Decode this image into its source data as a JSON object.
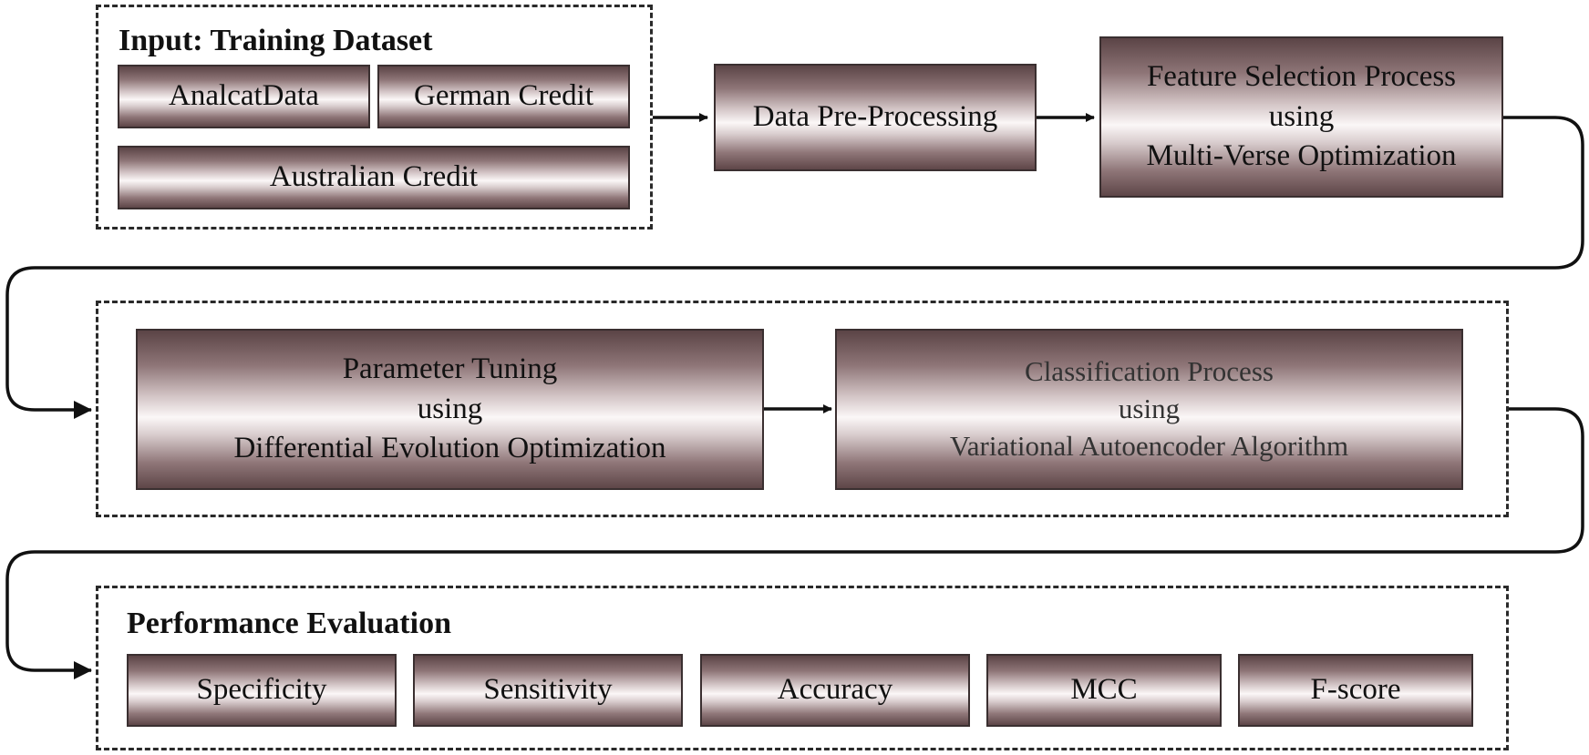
{
  "input_group": {
    "title": "Input: Training Dataset",
    "datasets": [
      "AnalcatData",
      "German Credit",
      "Australian Credit"
    ]
  },
  "steps": {
    "preprocessing": "Data Pre-Processing",
    "feature_selection": [
      "Feature Selection Process",
      "using",
      "Multi-Verse Optimization"
    ],
    "parameter_tuning": [
      "Parameter Tuning",
      "using",
      "Differential Evolution Optimization"
    ],
    "classification": [
      "Classification Process",
      "using",
      "Variational Autoencoder Algorithm"
    ]
  },
  "evaluation_group": {
    "title": "Performance Evaluation",
    "metrics": [
      "Specificity",
      "Sensitivity",
      "Accuracy",
      "MCC",
      "F-score"
    ]
  }
}
